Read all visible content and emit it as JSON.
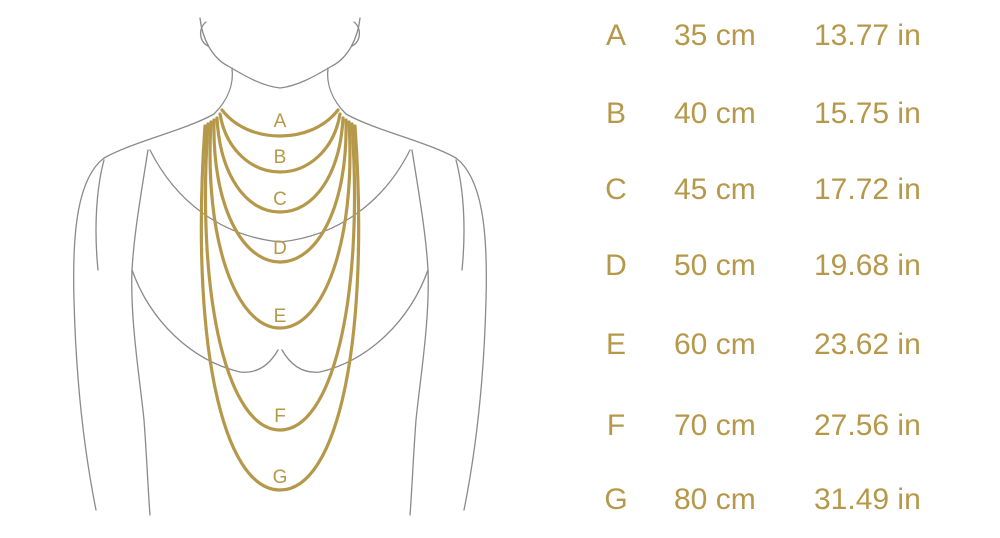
{
  "colors": {
    "accent": "#b5984a",
    "outline": "#8a8a8a",
    "background": "#ffffff"
  },
  "lengths": [
    {
      "letter": "A",
      "cm": "35 cm",
      "inches": "13.77 in"
    },
    {
      "letter": "B",
      "cm": "40 cm",
      "inches": "15.75 in"
    },
    {
      "letter": "C",
      "cm": "45 cm",
      "inches": "17.72 in"
    },
    {
      "letter": "D",
      "cm": "50 cm",
      "inches": "19.68 in"
    },
    {
      "letter": "E",
      "cm": "60 cm",
      "inches": "23.62 in"
    },
    {
      "letter": "F",
      "cm": "70 cm",
      "inches": "27.56 in"
    },
    {
      "letter": "G",
      "cm": "80 cm",
      "inches": "31.49 in"
    }
  ]
}
